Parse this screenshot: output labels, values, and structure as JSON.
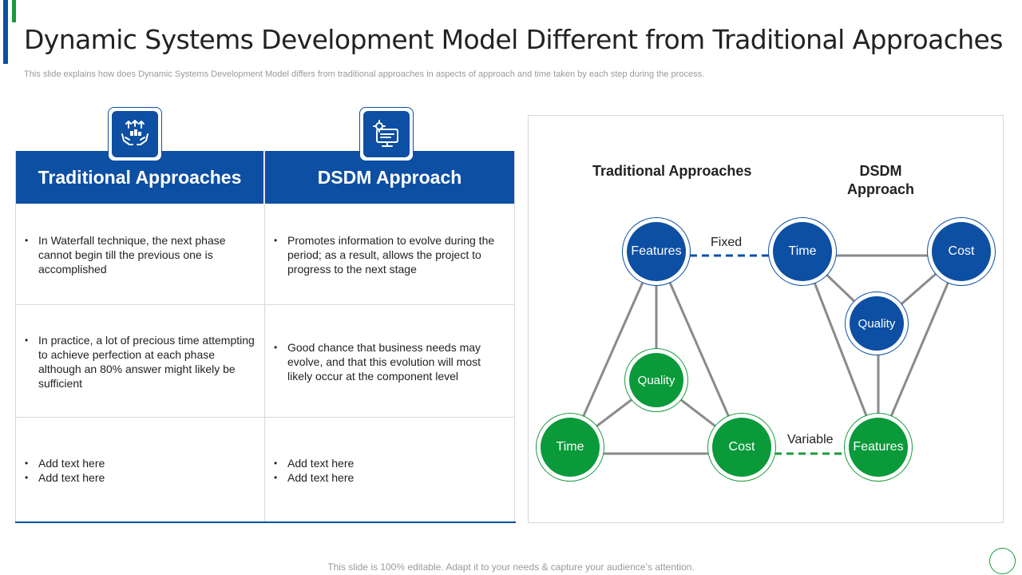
{
  "slide": {
    "title": "Dynamic Systems Development Model Different from Traditional Approaches",
    "subtitle": "This slide explains how does Dynamic Systems Development Model differs from traditional approaches in aspects of approach and time taken by each step during the process.",
    "footer": "This slide is 100% editable. Adapt it to your needs & capture your audience’s attention."
  },
  "colors": {
    "blue": "#0d4fa3",
    "green": "#0a9a3a",
    "line": "#8a8a8a"
  },
  "table": {
    "columns": [
      {
        "icon": "hands-growth-icon",
        "header": "Traditional Approaches",
        "rows": [
          [
            "In Waterfall technique, the next phase cannot begin till the previous one is accomplished"
          ],
          [
            "In practice, a lot of precious time attempting to achieve perfection at each phase although an 80% answer might likely be sufficient"
          ],
          [
            "Add text here",
            "Add text here"
          ]
        ]
      },
      {
        "icon": "monitor-settings-icon",
        "header": "DSDM Approach",
        "rows": [
          [
            "Promotes information to evolve during the period; as a result, allows the project to progress to the next stage"
          ],
          [
            "Good chance that business needs may evolve, and that this evolution will most likely occur at the component level"
          ],
          [
            "Add text here",
            "Add text here"
          ]
        ]
      }
    ]
  },
  "diagram": {
    "traditional_label": "Traditional Approaches",
    "dsdm_label": "DSDM Approach",
    "fixed_label": "Fixed",
    "variable_label": "Variable",
    "traditional_nodes": {
      "top": "Features",
      "center": "Quality",
      "left": "Time",
      "right": "Cost"
    },
    "dsdm_nodes": {
      "left": "Time",
      "right": "Cost",
      "center": "Quality",
      "bottom": "Features"
    }
  }
}
